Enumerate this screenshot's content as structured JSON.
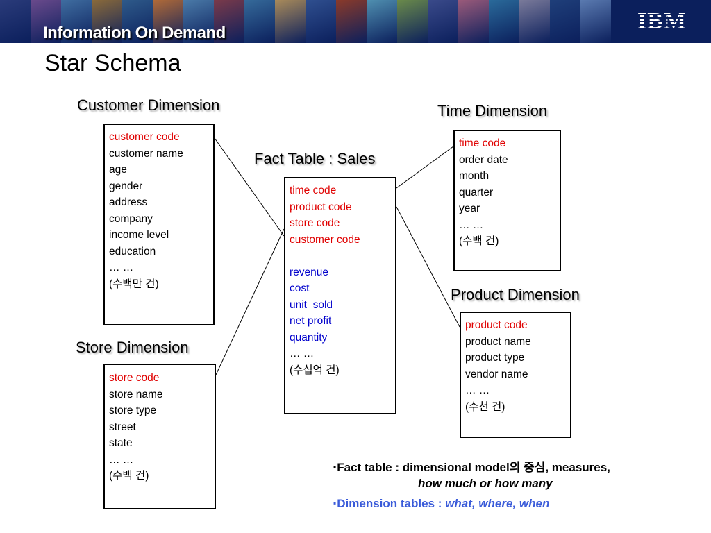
{
  "banner": {
    "title": "Information On Demand",
    "logo": "IBM",
    "tile_colors": [
      "#2a3b7a",
      "#6a4a8c",
      "#3f6da0",
      "#8a6a3a",
      "#2e5a8a",
      "#b06a38",
      "#4a7aa8",
      "#7a3a4a",
      "#356a9a",
      "#a88a5a",
      "#2f4f8f",
      "#8a3a2a",
      "#4f8fb0",
      "#6a8a4a",
      "#3a4a8a",
      "#9a5a7a",
      "#2a6a9a",
      "#7a7a9a",
      "#1f3f7a",
      "#5a7ab0"
    ]
  },
  "slide": {
    "title": "Star Schema"
  },
  "customer": {
    "title": "Customer Dimension",
    "fields": [
      {
        "text": "customer code",
        "kind": "key"
      },
      {
        "text": "customer name",
        "kind": "plain"
      },
      {
        "text": "age",
        "kind": "plain"
      },
      {
        "text": "gender",
        "kind": "plain"
      },
      {
        "text": "address",
        "kind": "plain"
      },
      {
        "text": "company",
        "kind": "plain"
      },
      {
        "text": "income level",
        "kind": "plain"
      },
      {
        "text": "education",
        "kind": "plain"
      },
      {
        "text": "… …",
        "kind": "plain"
      },
      {
        "text": "(수백만 건)",
        "kind": "plain"
      }
    ]
  },
  "time": {
    "title": "Time Dimension",
    "fields": [
      {
        "text": "time code",
        "kind": "key"
      },
      {
        "text": "order date",
        "kind": "plain"
      },
      {
        "text": "month",
        "kind": "plain"
      },
      {
        "text": "quarter",
        "kind": "plain"
      },
      {
        "text": "year",
        "kind": "plain"
      },
      {
        "text": "… …",
        "kind": "plain"
      },
      {
        "text": "(수백 건)",
        "kind": "plain"
      }
    ]
  },
  "fact": {
    "title": "Fact Table : Sales",
    "fields": [
      {
        "text": "time code",
        "kind": "key"
      },
      {
        "text": "product code",
        "kind": "key"
      },
      {
        "text": "store code",
        "kind": "key"
      },
      {
        "text": "customer code",
        "kind": "key"
      },
      {
        "text": "",
        "kind": "spacer"
      },
      {
        "text": "revenue",
        "kind": "measure"
      },
      {
        "text": "cost",
        "kind": "measure"
      },
      {
        "text": "unit_sold",
        "kind": "measure"
      },
      {
        "text": "net profit",
        "kind": "measure"
      },
      {
        "text": "quantity",
        "kind": "measure"
      },
      {
        "text": "… …",
        "kind": "plain"
      },
      {
        "text": "(수십억 건)",
        "kind": "plain"
      }
    ]
  },
  "product": {
    "title": "Product Dimension",
    "fields": [
      {
        "text": "product code",
        "kind": "key"
      },
      {
        "text": "product name",
        "kind": "plain"
      },
      {
        "text": "product type",
        "kind": "plain"
      },
      {
        "text": "vendor name",
        "kind": "plain"
      },
      {
        "text": "… …",
        "kind": "plain"
      },
      {
        "text": "(수천 건)",
        "kind": "plain"
      }
    ]
  },
  "store": {
    "title": "Store Dimension",
    "fields": [
      {
        "text": "store code",
        "kind": "key"
      },
      {
        "text": "store name",
        "kind": "plain"
      },
      {
        "text": "store type",
        "kind": "plain"
      },
      {
        "text": "street",
        "kind": "plain"
      },
      {
        "text": "state",
        "kind": "plain"
      },
      {
        "text": "… …",
        "kind": "plain"
      },
      {
        "text": "(수백 건)",
        "kind": "plain"
      }
    ]
  },
  "notes": {
    "fact_prefix": "Fact table : dimensional model의 중심, measures,",
    "fact_suffix": "how much or how many",
    "dim_prefix": "Dimension tables : ",
    "dim_suffix": "what, where, when"
  },
  "colors": {
    "key": "#e00000",
    "measure": "#0000cc",
    "note_blue": "#3a5bd9",
    "banner": "#0b1f5c"
  }
}
